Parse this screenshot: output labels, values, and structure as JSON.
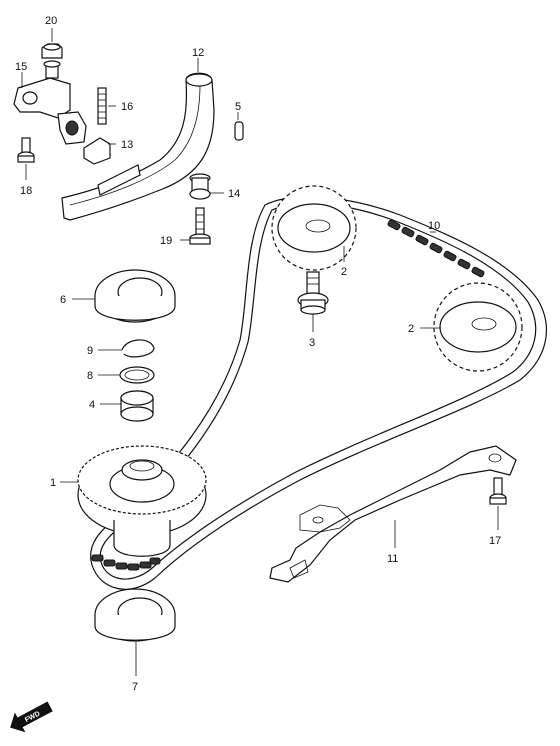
{
  "diagram": {
    "callouts": [
      {
        "id": "c1",
        "label": "1"
      },
      {
        "id": "c2a",
        "label": "2"
      },
      {
        "id": "c2b",
        "label": "2"
      },
      {
        "id": "c3",
        "label": "3"
      },
      {
        "id": "c4",
        "label": "4"
      },
      {
        "id": "c5",
        "label": "5"
      },
      {
        "id": "c6",
        "label": "6"
      },
      {
        "id": "c7",
        "label": "7"
      },
      {
        "id": "c8",
        "label": "8"
      },
      {
        "id": "c9",
        "label": "9"
      },
      {
        "id": "c10",
        "label": "10"
      },
      {
        "id": "c11",
        "label": "11"
      },
      {
        "id": "c12",
        "label": "12"
      },
      {
        "id": "c13",
        "label": "13"
      },
      {
        "id": "c14",
        "label": "14"
      },
      {
        "id": "c15",
        "label": "15"
      },
      {
        "id": "c16",
        "label": "16"
      },
      {
        "id": "c17",
        "label": "17"
      },
      {
        "id": "c18",
        "label": "18"
      },
      {
        "id": "c19",
        "label": "19"
      },
      {
        "id": "c20",
        "label": "20"
      }
    ],
    "fwd_label": "FWD"
  }
}
